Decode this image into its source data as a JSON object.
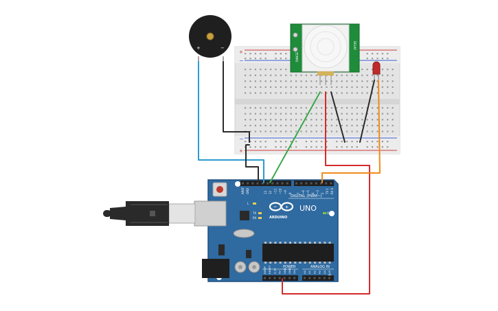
{
  "colors": {
    "board": "#2f6aa0",
    "board_dark": "#1f4f7f",
    "pir_pcb": "#1e8c3a",
    "wire_red": "#d42a2a",
    "wire_black": "#2b2b2b",
    "wire_blue": "#2a9bd0",
    "wire_green": "#3aa84a",
    "wire_orange": "#ef8a1a",
    "breadboard": "#e4e4e4",
    "led": "#c02a2a"
  },
  "arduino": {
    "brand": "ARDUINO",
    "model": "UNO",
    "digital_label": "DIGITAL (PWM~)",
    "power_label": "POWER",
    "analog_label": "ANALOG IN",
    "on_label": "ON",
    "tx_label": "TX",
    "rx_label": "RX",
    "l_label": "L",
    "aref_label": "AREF",
    "gnd_label": "GND",
    "digital_pins": [
      "13",
      "12",
      "~11",
      "~10",
      "~9",
      "8",
      "7",
      "~6",
      "~5",
      "4",
      "~3",
      "2",
      "TX 1",
      "RX 0"
    ],
    "power_pins": [
      "IOREF",
      "RESET",
      "3.3V",
      "5V",
      "GND",
      "GND",
      "Vin"
    ],
    "analog_pins": [
      "A0",
      "A1",
      "A2",
      "A3",
      "A4",
      "A5"
    ]
  },
  "pir": {
    "left_text": "RANGE",
    "right_text": "DELAY"
  },
  "buzzer": {
    "plus": "+",
    "minus": "−"
  },
  "breadboard": {
    "rail_plus": "+",
    "rail_minus": "−"
  }
}
